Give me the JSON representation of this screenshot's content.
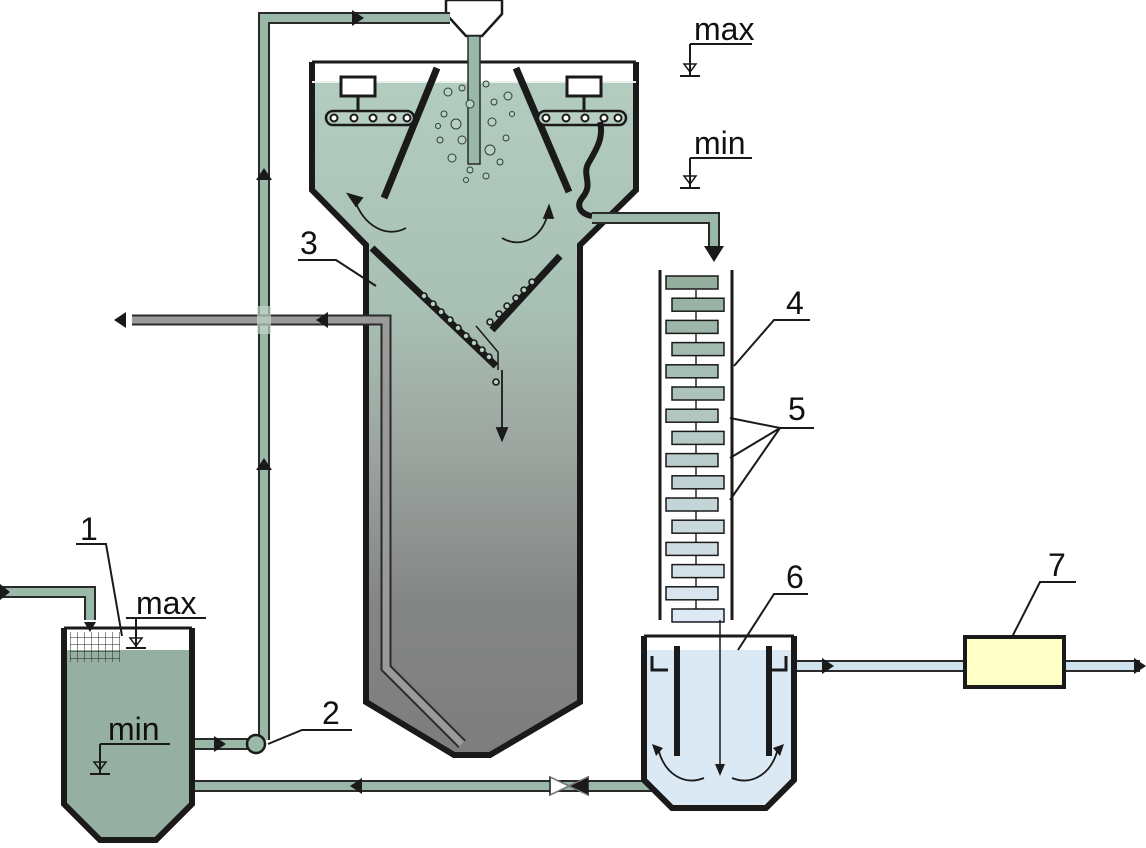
{
  "labels": {
    "tank_1": "1",
    "pump_2": "2",
    "flotator_3": "3",
    "column_4": "4",
    "plates_5": "5",
    "settler_6": "6",
    "unit_7": "7"
  },
  "levels": {
    "flotator_max": "max",
    "flotator_min": "min",
    "tank_max": "max",
    "tank_min": "min"
  },
  "colors": {
    "water": "#a9c4b6",
    "dark_water": "#7f7f7f",
    "tank_water": "#95b0a2",
    "settler_water": "#dbe9f5",
    "pipe": "#9ab8a8",
    "pipe_gray": "#9a9a9a",
    "box_7": "#ffffc8"
  }
}
